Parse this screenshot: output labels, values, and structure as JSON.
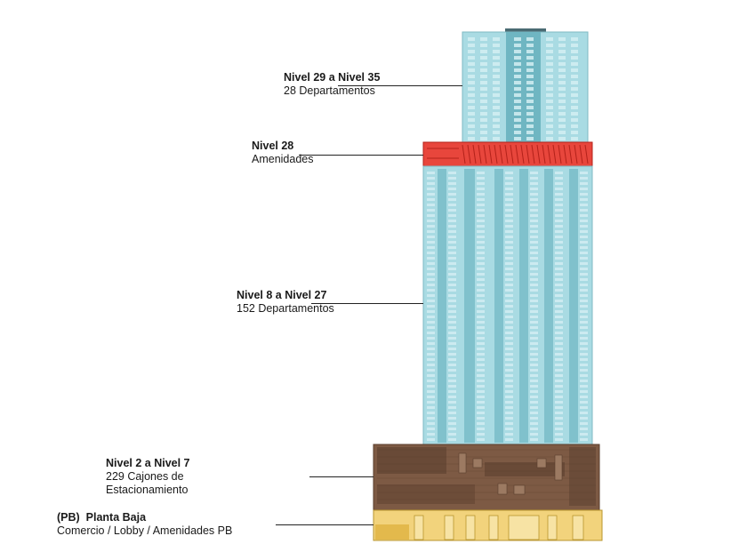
{
  "colors": {
    "tower_glass": "#a9dbe3",
    "tower_dark": "#6fb6c2",
    "tower_light": "#d4eef2",
    "amenity": "#e8463c",
    "amenity_line": "#b3221a",
    "parking": "#7d5a44",
    "parking_dark": "#5a3e2d",
    "ground": "#f2d37c",
    "ground_dark": "#b8952e",
    "text": "#1a1a1a"
  },
  "labels": {
    "upper": {
      "title": "Nivel 29 a Nivel 35",
      "sub": "28 Departamentos"
    },
    "amenity": {
      "title": "Nivel 28",
      "sub": "Amenidades"
    },
    "middle": {
      "title": "Nivel 8 a Nivel 27",
      "sub": "152 Departamentos"
    },
    "parking": {
      "title": "Nivel 2 a Nivel 7",
      "sub1": "229 Cajones de",
      "sub2": "Estacionamiento"
    },
    "ground": {
      "title_code": "(PB)",
      "title_name": "Planta Baja",
      "sub": "Comercio / Lobby / Amenidades PB"
    }
  }
}
